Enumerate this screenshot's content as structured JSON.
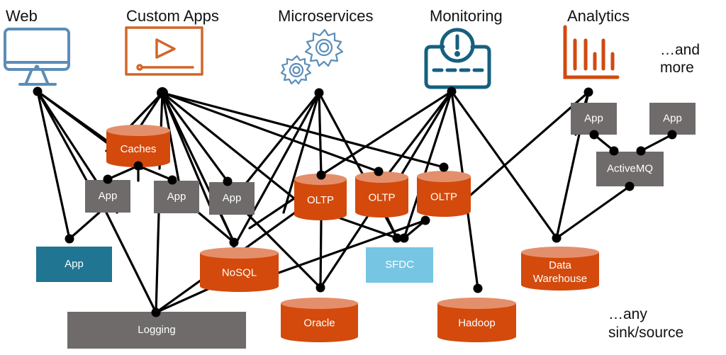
{
  "title": "Data integration diagram",
  "categories": [
    {
      "id": "web",
      "label": "Web",
      "icon": "monitor-icon",
      "color": "#5b8db8"
    },
    {
      "id": "custom",
      "label": "Custom Apps",
      "icon": "video-player-icon",
      "color": "#d0672a"
    },
    {
      "id": "micro",
      "label": "Microservices",
      "icon": "gears-icon",
      "color": "#5b8db8"
    },
    {
      "id": "monitoring",
      "label": "Monitoring",
      "icon": "alert-dashboard-icon",
      "color": "#16607e"
    },
    {
      "id": "analytics",
      "label": "Analytics",
      "icon": "bar-chart-icon",
      "color": "#d04a10"
    }
  ],
  "notes": {
    "more_line1": "…and",
    "more_line2": "more",
    "sink_line1": "…any",
    "sink_line2": "sink/source"
  },
  "colors": {
    "database": "#d34a0c",
    "database_top": "#e48f6c",
    "app_gray": "#6f6b6b",
    "app_teal": "#1f7592",
    "sfdc_blue": "#76c5e3"
  },
  "nodes": [
    {
      "id": "caches",
      "type": "db",
      "label": "Caches"
    },
    {
      "id": "app1",
      "type": "box-gray",
      "label": "App"
    },
    {
      "id": "app2",
      "type": "box-gray",
      "label": "App"
    },
    {
      "id": "app3",
      "type": "box-gray",
      "label": "App"
    },
    {
      "id": "app_teal",
      "type": "box-teal",
      "label": "App"
    },
    {
      "id": "oltp1",
      "type": "db",
      "label": "OLTP"
    },
    {
      "id": "oltp2",
      "type": "db",
      "label": "OLTP"
    },
    {
      "id": "oltp3",
      "type": "db",
      "label": "OLTP"
    },
    {
      "id": "nosql",
      "type": "db",
      "label": "NoSQL"
    },
    {
      "id": "sfdc",
      "type": "box-blue",
      "label": "SFDC"
    },
    {
      "id": "oracle",
      "type": "db",
      "label": "Oracle"
    },
    {
      "id": "hadoop",
      "type": "db",
      "label": "Hadoop"
    },
    {
      "id": "dw",
      "type": "db",
      "label": "Data Warehouse"
    },
    {
      "id": "logging",
      "type": "box-gray",
      "label": "Logging"
    },
    {
      "id": "app_r1",
      "type": "box-gray",
      "label": "App"
    },
    {
      "id": "app_r2",
      "type": "box-gray",
      "label": "App"
    },
    {
      "id": "activemq",
      "type": "box-gray",
      "label": "ActiveMQ"
    }
  ]
}
